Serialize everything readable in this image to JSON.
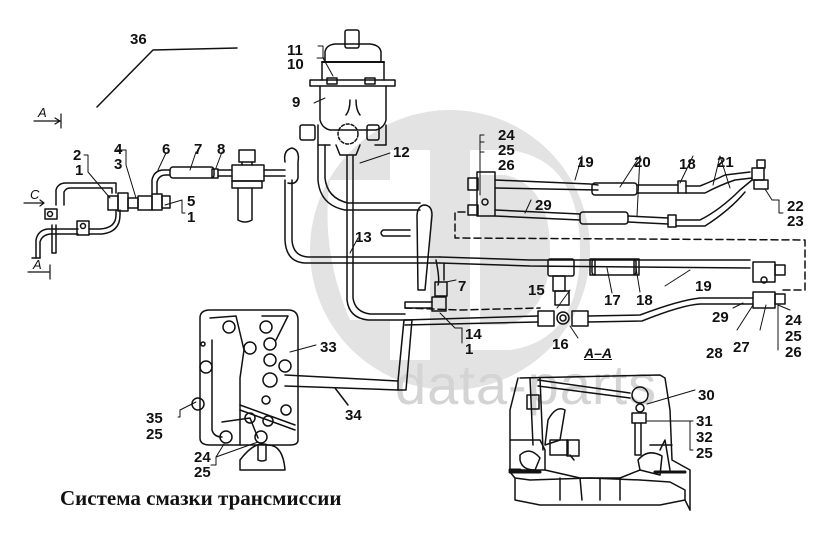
{
  "caption": "Система смазки трансмиссии",
  "watermark": {
    "text": "data-parts",
    "color": "#d4d4d4"
  },
  "section_markers": {
    "a_top": "A",
    "c_left": "C",
    "a_left": "A",
    "section_aa": "A–A"
  },
  "callouts": [
    {
      "id": "36",
      "text": "36"
    },
    {
      "id": "11",
      "text": "11"
    },
    {
      "id": "10",
      "text": "10"
    },
    {
      "id": "9",
      "text": "9"
    },
    {
      "id": "12",
      "text": "12"
    },
    {
      "id": "2",
      "text": "2"
    },
    {
      "id": "1a",
      "text": "1"
    },
    {
      "id": "4",
      "text": "4"
    },
    {
      "id": "3",
      "text": "3"
    },
    {
      "id": "6",
      "text": "6"
    },
    {
      "id": "7a",
      "text": "7"
    },
    {
      "id": "8",
      "text": "8"
    },
    {
      "id": "5",
      "text": "5"
    },
    {
      "id": "1b",
      "text": "1"
    },
    {
      "id": "24a",
      "text": "24"
    },
    {
      "id": "25a",
      "text": "25"
    },
    {
      "id": "26a",
      "text": "26"
    },
    {
      "id": "19a",
      "text": "19"
    },
    {
      "id": "20",
      "text": "20"
    },
    {
      "id": "18a",
      "text": "18"
    },
    {
      "id": "21",
      "text": "21"
    },
    {
      "id": "22",
      "text": "22"
    },
    {
      "id": "23",
      "text": "23"
    },
    {
      "id": "29a",
      "text": "29"
    },
    {
      "id": "13",
      "text": "13"
    },
    {
      "id": "7b",
      "text": "7"
    },
    {
      "id": "17",
      "text": "17"
    },
    {
      "id": "18b",
      "text": "18"
    },
    {
      "id": "19b",
      "text": "19"
    },
    {
      "id": "15",
      "text": "15"
    },
    {
      "id": "14",
      "text": "14"
    },
    {
      "id": "1c",
      "text": "1"
    },
    {
      "id": "16",
      "text": "16"
    },
    {
      "id": "29b",
      "text": "29"
    },
    {
      "id": "28",
      "text": "28"
    },
    {
      "id": "27",
      "text": "27"
    },
    {
      "id": "24b",
      "text": "24"
    },
    {
      "id": "25b",
      "text": "25"
    },
    {
      "id": "26b",
      "text": "26"
    },
    {
      "id": "33",
      "text": "33"
    },
    {
      "id": "34",
      "text": "34"
    },
    {
      "id": "35",
      "text": "35"
    },
    {
      "id": "25c",
      "text": "25"
    },
    {
      "id": "24c",
      "text": "24"
    },
    {
      "id": "25d",
      "text": "25"
    },
    {
      "id": "30",
      "text": "30"
    },
    {
      "id": "31",
      "text": "31"
    },
    {
      "id": "32",
      "text": "32"
    },
    {
      "id": "25e",
      "text": "25"
    }
  ]
}
